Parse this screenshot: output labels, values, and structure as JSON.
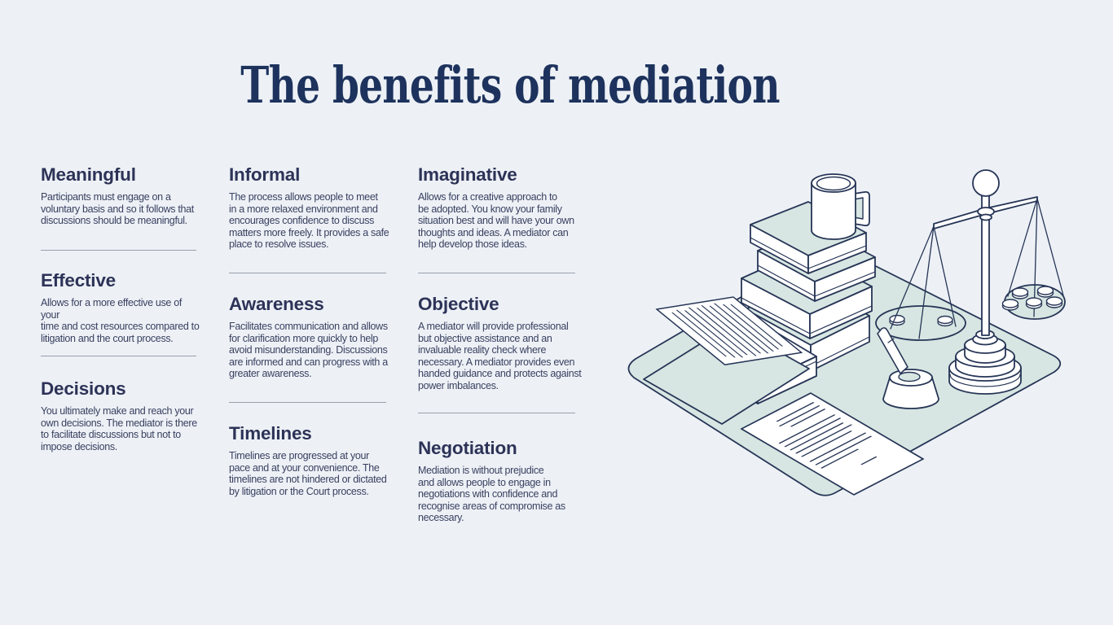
{
  "title": "The benefits of mediation",
  "columns": [
    {
      "sections": [
        {
          "heading": "Meaningful",
          "body": "Participants must engage on a\nvoluntary basis and so it follows that\ndiscussions should be meaningful."
        },
        {
          "heading": "Effective",
          "body": "Allows for a more effective use of your\ntime and cost resources compared to\nlitigation and the court process."
        },
        {
          "heading": "Decisions",
          "body": "You ultimately make and reach your\nown decisions.  The mediator is there\nto facilitate discussions but not to\nimpose decisions."
        }
      ]
    },
    {
      "sections": [
        {
          "heading": "Informal",
          "body": "The process allows people to meet\nin a more relaxed environment and\nencourages confidence to discuss\nmatters more freely.  It provides a safe\nplace to resolve issues."
        },
        {
          "heading": "Awareness",
          "body": "Facilitates communication and allows\nfor clarification more quickly to help\navoid misunderstanding. Discussions\nare informed and can progress with a\ngreater awareness."
        },
        {
          "heading": "Timelines",
          "body": "Timelines are progressed at your\npace and at your convenience.  The\ntimelines are not hindered or dictated\nby litigation or the Court process."
        }
      ]
    },
    {
      "sections": [
        {
          "heading": "Imaginative",
          "body": "Allows for a creative approach to\nbe adopted.  You know your family\nsituation best and will have your own\nthoughts and ideas.  A mediator can\nhelp develop those ideas."
        },
        {
          "heading": "Objective",
          "body": "A mediator will provide professional\nbut objective assistance and an\ninvaluable reality check where\nnecessary. A mediator provides even\nhanded guidance and protects against\npower imbalances."
        },
        {
          "heading": "Negotiation",
          "body": "Mediation is without prejudice\nand allows people to engage in\nnegotiations with confidence and\nrecognise areas of compromise as\nnecessary."
        }
      ]
    }
  ],
  "illustration": {
    "items": [
      "desk-mat",
      "book-stack",
      "coffee-mug",
      "scales-of-justice",
      "coins",
      "open-book",
      "closed-book",
      "document",
      "inkwell-and-pen"
    ]
  },
  "colors": {
    "background": "#edf1f6",
    "accent_mint": "#d7e6e2",
    "outline_navy": "#263556",
    "title_navy": "#1d325c",
    "heading_navy": "#2d3357",
    "body_slate": "#3a4060",
    "divider_grey": "#989fab"
  }
}
